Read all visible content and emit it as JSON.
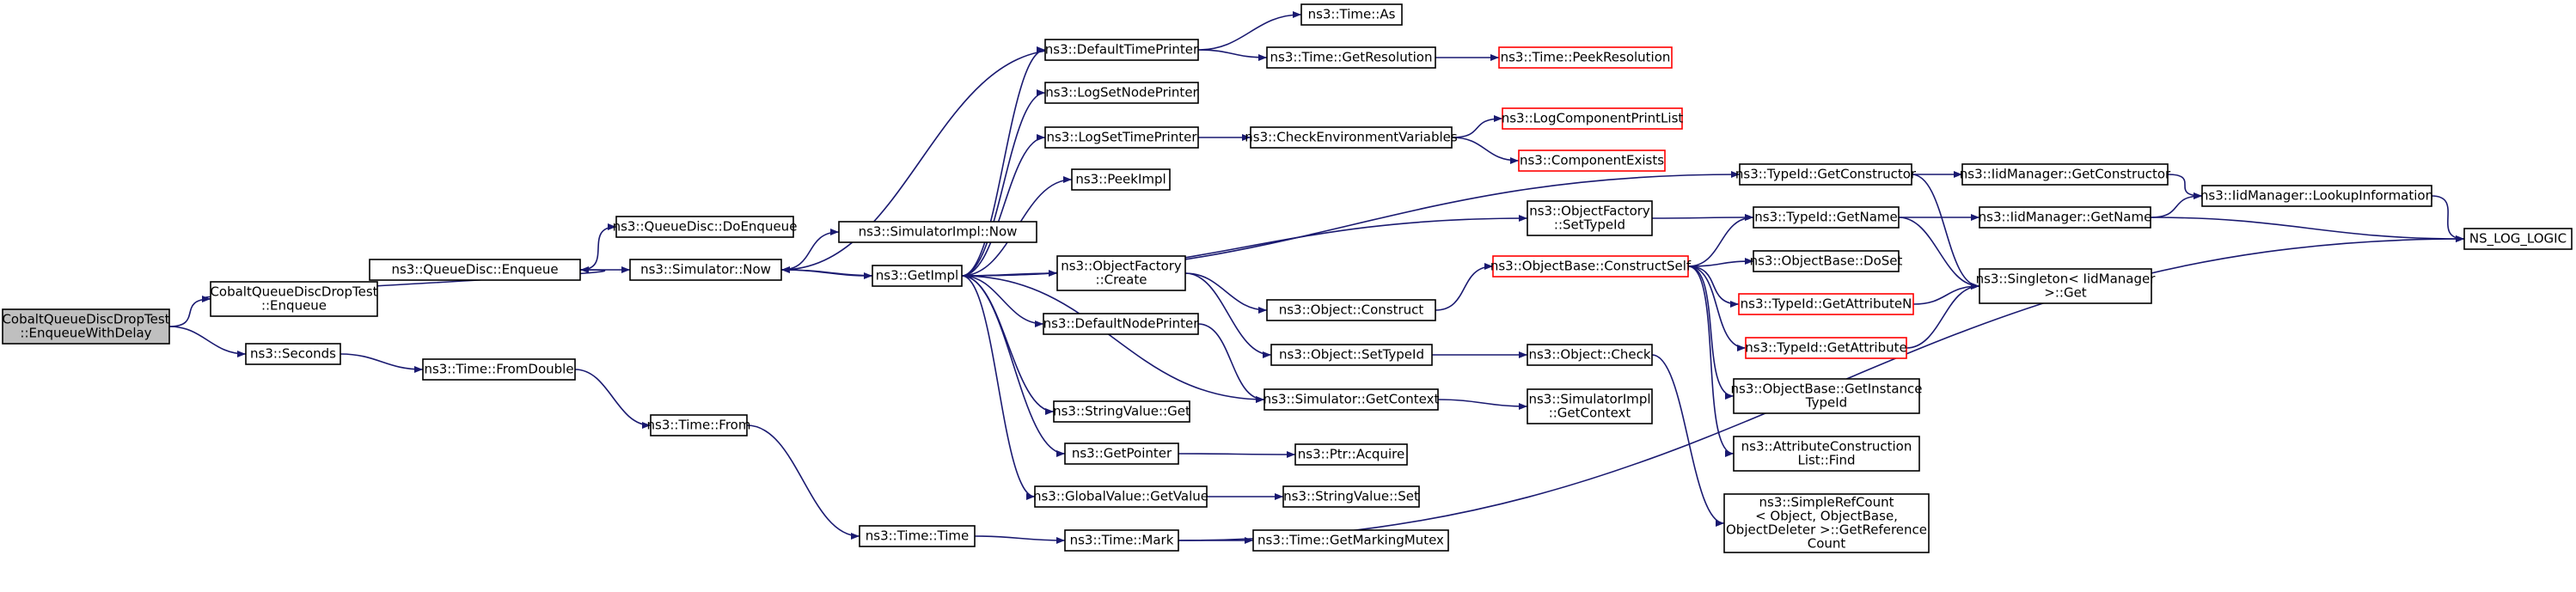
{
  "graph": {
    "nodes": [
      {
        "id": "root",
        "lines": [
          "CobaltQueueDiscDropTest",
          "::EnqueueWithDelay"
        ],
        "style": "root"
      },
      {
        "id": "cqdEnqueue",
        "lines": [
          "CobaltQueueDiscDropTest",
          "::Enqueue"
        ],
        "style": "normal"
      },
      {
        "id": "seconds",
        "lines": [
          "ns3::Seconds"
        ],
        "style": "normal"
      },
      {
        "id": "qdEnqueue",
        "lines": [
          "ns3::QueueDisc::Enqueue"
        ],
        "style": "normal"
      },
      {
        "id": "qdDoEnqueue",
        "lines": [
          "ns3::QueueDisc::DoEnqueue"
        ],
        "style": "normal"
      },
      {
        "id": "simNow",
        "lines": [
          "ns3::Simulator::Now"
        ],
        "style": "normal"
      },
      {
        "id": "simImplNow",
        "lines": [
          "ns3::SimulatorImpl::Now"
        ],
        "style": "normal"
      },
      {
        "id": "getImpl",
        "lines": [
          "ns3::GetImpl"
        ],
        "style": "normal"
      },
      {
        "id": "timeFromDouble",
        "lines": [
          "ns3::Time::FromDouble"
        ],
        "style": "normal"
      },
      {
        "id": "timeFrom",
        "lines": [
          "ns3::Time::From"
        ],
        "style": "normal"
      },
      {
        "id": "timeTime",
        "lines": [
          "ns3::Time::Time"
        ],
        "style": "normal"
      },
      {
        "id": "defTimePrinter",
        "lines": [
          "ns3::DefaultTimePrinter"
        ],
        "style": "normal"
      },
      {
        "id": "logSetNodePrinter",
        "lines": [
          "ns3::LogSetNodePrinter"
        ],
        "style": "normal"
      },
      {
        "id": "logSetTimePrinter",
        "lines": [
          "ns3::LogSetTimePrinter"
        ],
        "style": "normal"
      },
      {
        "id": "peekImpl",
        "lines": [
          "ns3::PeekImpl"
        ],
        "style": "normal"
      },
      {
        "id": "ofCreate",
        "lines": [
          "ns3::ObjectFactory",
          "::Create"
        ],
        "style": "normal"
      },
      {
        "id": "defNodePrinter",
        "lines": [
          "ns3::DefaultNodePrinter"
        ],
        "style": "normal"
      },
      {
        "id": "svGet",
        "lines": [
          "ns3::StringValue::Get"
        ],
        "style": "normal"
      },
      {
        "id": "getPointer",
        "lines": [
          "ns3::GetPointer"
        ],
        "style": "normal"
      },
      {
        "id": "gvGetValue",
        "lines": [
          "ns3::GlobalValue::GetValue"
        ],
        "style": "normal"
      },
      {
        "id": "timeMark",
        "lines": [
          "ns3::Time::Mark"
        ],
        "style": "normal"
      },
      {
        "id": "timeAs",
        "lines": [
          "ns3::Time::As"
        ],
        "style": "normal"
      },
      {
        "id": "timeGetRes",
        "lines": [
          "ns3::Time::GetResolution"
        ],
        "style": "normal"
      },
      {
        "id": "timePeekRes",
        "lines": [
          "ns3::Time::PeekResolution"
        ],
        "style": "missing"
      },
      {
        "id": "checkEnv",
        "lines": [
          "ns3::CheckEnvironmentVariables"
        ],
        "style": "normal"
      },
      {
        "id": "logCompPrint",
        "lines": [
          "ns3::LogComponentPrintList"
        ],
        "style": "missing"
      },
      {
        "id": "compExists",
        "lines": [
          "ns3::ComponentExists"
        ],
        "style": "missing"
      },
      {
        "id": "ofSetTypeId",
        "lines": [
          "ns3::ObjectFactory",
          "::SetTypeId"
        ],
        "style": "normal"
      },
      {
        "id": "objConstruct",
        "lines": [
          "ns3::Object::Construct"
        ],
        "style": "normal"
      },
      {
        "id": "objSetTypeId",
        "lines": [
          "ns3::Object::SetTypeId"
        ],
        "style": "normal"
      },
      {
        "id": "simGetContext",
        "lines": [
          "ns3::Simulator::GetContext"
        ],
        "style": "normal"
      },
      {
        "id": "ptrAcquire",
        "lines": [
          "ns3::Ptr::Acquire"
        ],
        "style": "normal"
      },
      {
        "id": "svSet",
        "lines": [
          "ns3::StringValue::Set"
        ],
        "style": "normal"
      },
      {
        "id": "timeGetMarkMutex",
        "lines": [
          "ns3::Time::GetMarkingMutex"
        ],
        "style": "normal"
      },
      {
        "id": "tidGetCtor",
        "lines": [
          "ns3::TypeId::GetConstructor"
        ],
        "style": "normal"
      },
      {
        "id": "tidGetName",
        "lines": [
          "ns3::TypeId::GetName"
        ],
        "style": "normal"
      },
      {
        "id": "obDoSet",
        "lines": [
          "ns3::ObjectBase::DoSet"
        ],
        "style": "normal"
      },
      {
        "id": "obConstructSelf",
        "lines": [
          "ns3::ObjectBase::ConstructSelf"
        ],
        "style": "missing"
      },
      {
        "id": "tidGetAttrN",
        "lines": [
          "ns3::TypeId::GetAttributeN"
        ],
        "style": "missing"
      },
      {
        "id": "tidGetAttr",
        "lines": [
          "ns3::TypeId::GetAttribute"
        ],
        "style": "missing"
      },
      {
        "id": "objCheck",
        "lines": [
          "ns3::Object::Check"
        ],
        "style": "normal"
      },
      {
        "id": "simImplGetContext",
        "lines": [
          "ns3::SimulatorImpl",
          "::GetContext"
        ],
        "style": "normal"
      },
      {
        "id": "obGetInstTid",
        "lines": [
          "ns3::ObjectBase::GetInstance",
          "TypeId"
        ],
        "style": "normal"
      },
      {
        "id": "acListFind",
        "lines": [
          "ns3::AttributeConstruction",
          "List::Find"
        ],
        "style": "normal"
      },
      {
        "id": "srcGetRefCount",
        "lines": [
          "ns3::SimpleRefCount",
          "< Object, ObjectBase,",
          "ObjectDeleter >::GetReference",
          "Count"
        ],
        "style": "normal"
      },
      {
        "id": "iidMgrGetCtor",
        "lines": [
          "ns3::IidManager::GetConstructor"
        ],
        "style": "normal"
      },
      {
        "id": "iidMgrGetName",
        "lines": [
          "ns3::IidManager::GetName"
        ],
        "style": "normal"
      },
      {
        "id": "singletonGet",
        "lines": [
          "ns3::Singleton< IidManager",
          ">::Get"
        ],
        "style": "normal"
      },
      {
        "id": "iidMgrLookup",
        "lines": [
          "ns3::IidManager::LookupInformation"
        ],
        "style": "normal"
      },
      {
        "id": "nsLogLogic",
        "lines": [
          "NS_LOG_LOGIC"
        ],
        "style": "normal"
      }
    ],
    "edges": [
      [
        "root",
        "cqdEnqueue"
      ],
      [
        "root",
        "seconds"
      ],
      [
        "cqdEnqueue",
        "qdEnqueue"
      ],
      [
        "qdEnqueue",
        "qdDoEnqueue"
      ],
      [
        "qdEnqueue",
        "simNow"
      ],
      [
        "simNow",
        "simImplNow"
      ],
      [
        "simNow",
        "getImpl"
      ],
      [
        "seconds",
        "timeFromDouble"
      ],
      [
        "timeFromDouble",
        "timeFrom"
      ],
      [
        "timeFrom",
        "timeTime"
      ],
      [
        "timeTime",
        "timeMark"
      ],
      [
        "getImpl",
        "defTimePrinter"
      ],
      [
        "getImpl",
        "logSetNodePrinter"
      ],
      [
        "getImpl",
        "logSetTimePrinter"
      ],
      [
        "getImpl",
        "peekImpl"
      ],
      [
        "getImpl",
        "ofSetTypeId"
      ],
      [
        "getImpl",
        "ofCreate"
      ],
      [
        "getImpl",
        "defNodePrinter"
      ],
      [
        "getImpl",
        "svGet"
      ],
      [
        "getImpl",
        "getPointer"
      ],
      [
        "getImpl",
        "gvGetValue"
      ],
      [
        "getImpl",
        "simGetContext"
      ],
      [
        "getImpl",
        "tidGetCtor"
      ],
      [
        "getImpl",
        "simNow"
      ],
      [
        "defTimePrinter",
        "simNow"
      ],
      [
        "defTimePrinter",
        "timeAs"
      ],
      [
        "defTimePrinter",
        "timeGetRes"
      ],
      [
        "timeGetRes",
        "timePeekRes"
      ],
      [
        "logSetTimePrinter",
        "checkEnv"
      ],
      [
        "checkEnv",
        "logCompPrint"
      ],
      [
        "checkEnv",
        "compExists"
      ],
      [
        "ofSetTypeId",
        "tidGetName"
      ],
      [
        "ofCreate",
        "objConstruct"
      ],
      [
        "ofCreate",
        "objSetTypeId"
      ],
      [
        "objConstruct",
        "obConstructSelf"
      ],
      [
        "objSetTypeId",
        "objCheck"
      ],
      [
        "defNodePrinter",
        "simGetContext"
      ],
      [
        "simGetContext",
        "simImplGetContext"
      ],
      [
        "getPointer",
        "ptrAcquire"
      ],
      [
        "gvGetValue",
        "svSet"
      ],
      [
        "timeMark",
        "timeGetMarkMutex"
      ],
      [
        "timeMark",
        "nsLogLogic"
      ],
      [
        "obConstructSelf",
        "tidGetName"
      ],
      [
        "obConstructSelf",
        "obDoSet"
      ],
      [
        "obConstructSelf",
        "tidGetAttrN"
      ],
      [
        "obConstructSelf",
        "tidGetAttr"
      ],
      [
        "obConstructSelf",
        "obGetInstTid"
      ],
      [
        "obConstructSelf",
        "acListFind"
      ],
      [
        "objCheck",
        "srcGetRefCount"
      ],
      [
        "tidGetCtor",
        "iidMgrGetCtor"
      ],
      [
        "tidGetCtor",
        "singletonGet"
      ],
      [
        "tidGetName",
        "iidMgrGetName"
      ],
      [
        "tidGetName",
        "singletonGet"
      ],
      [
        "tidGetAttrN",
        "singletonGet"
      ],
      [
        "tidGetAttr",
        "singletonGet"
      ],
      [
        "iidMgrGetCtor",
        "iidMgrLookup"
      ],
      [
        "iidMgrGetName",
        "iidMgrLookup"
      ],
      [
        "iidMgrGetName",
        "nsLogLogic"
      ],
      [
        "iidMgrLookup",
        "nsLogLogic"
      ]
    ]
  }
}
